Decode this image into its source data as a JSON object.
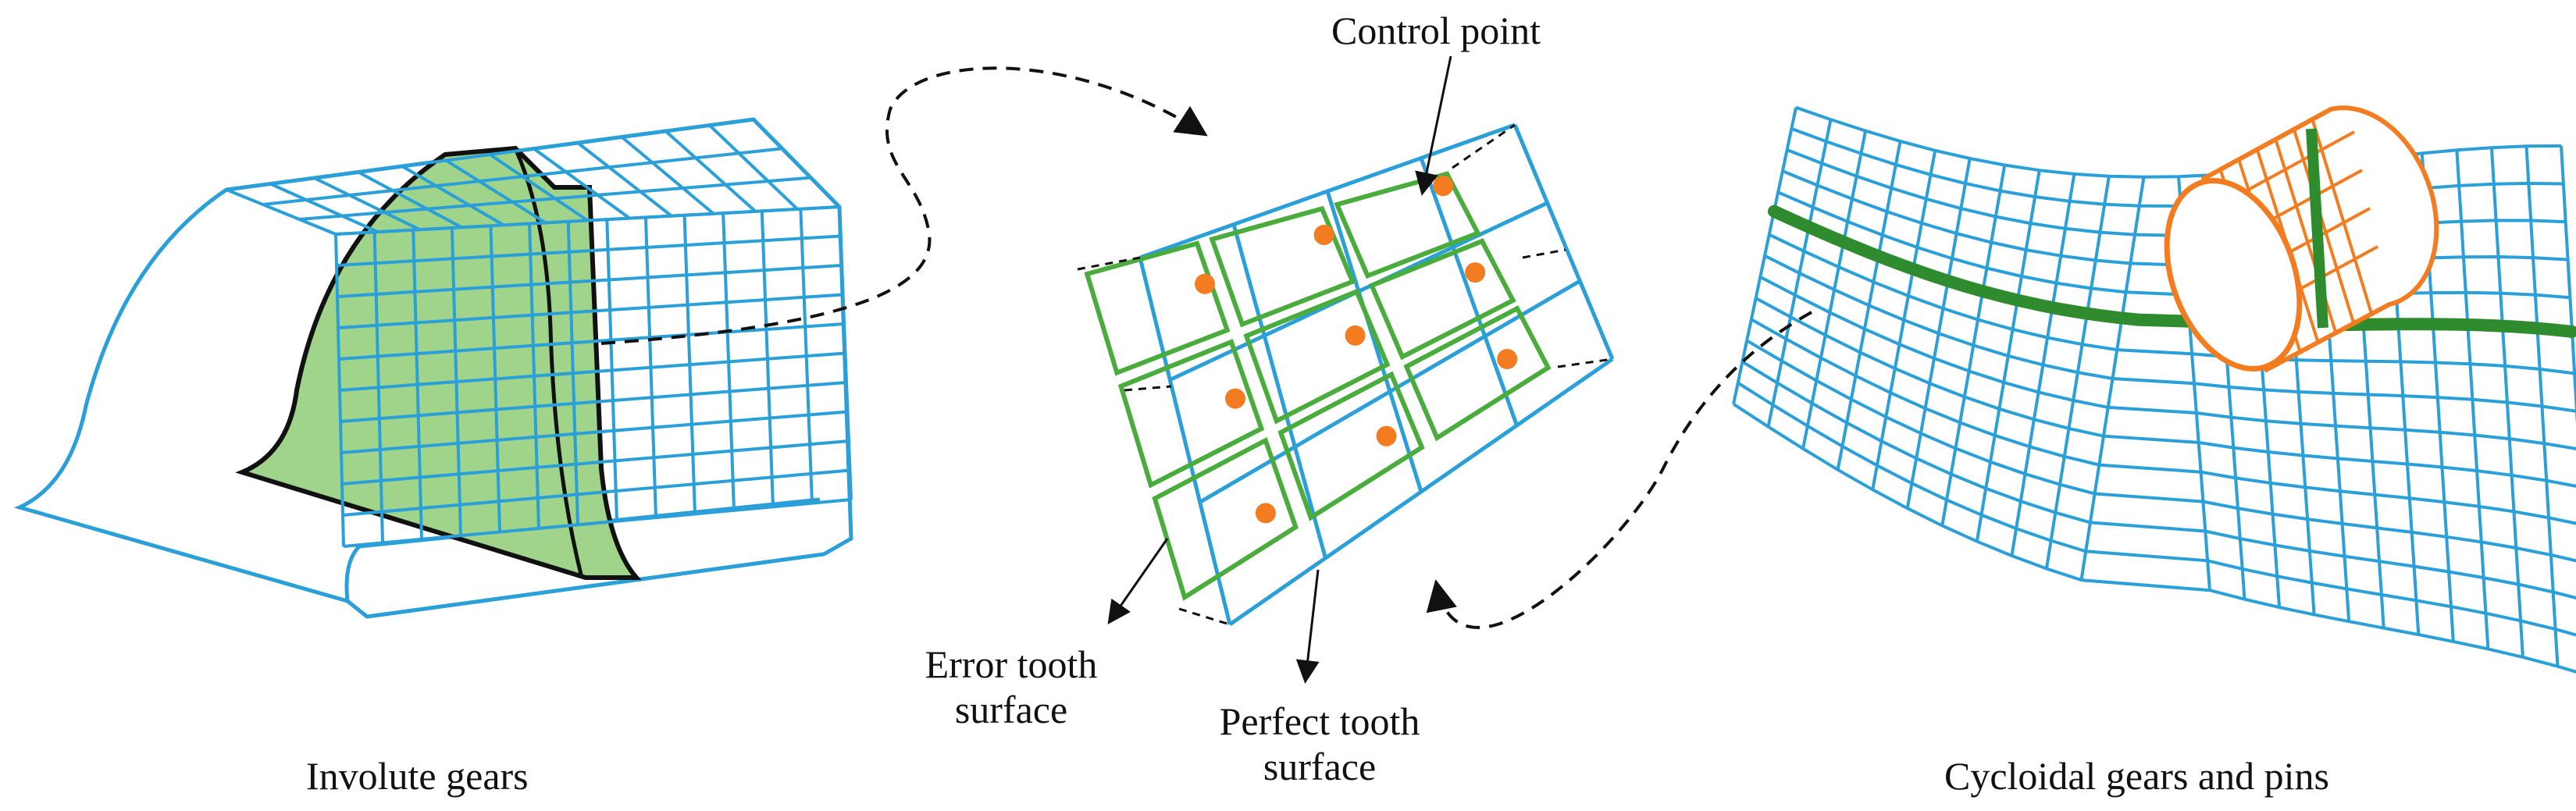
{
  "labels": {
    "control_point": "Control point",
    "error_line1": "Error tooth",
    "error_line2": "surface",
    "perfect_line1": "Perfect tooth",
    "perfect_line2": "surface",
    "involute": "Involute gears",
    "cycloidal": "Cycloidal gears and pins"
  },
  "colors": {
    "blue_grid": "#2a9fd8",
    "green_outline": "#4aac3c",
    "green_fill": "#9fd48a",
    "dark_green": "#2e8b2e",
    "orange": "#f47c20",
    "black": "#111111"
  }
}
